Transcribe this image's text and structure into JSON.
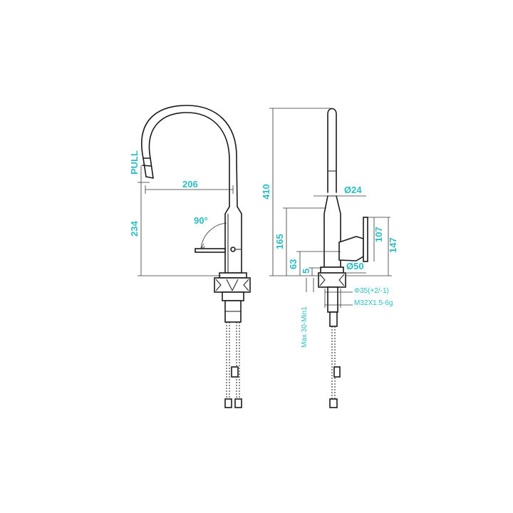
{
  "dimensions": {
    "pull": "PULL",
    "reach": "206",
    "spout_height": "234",
    "angle": "90°",
    "total_height": "410",
    "spout_diameter": "Ø24",
    "body_height": "165",
    "handle_height_a": "107",
    "handle_height_b": "147",
    "base_height": "63",
    "base_offset": "5",
    "base_diameter": "Ø50",
    "hole_diameter": "Φ35(+2/-1)",
    "thread": "M32X1.5-6g",
    "mount_thickness": "Max 30-Min1"
  },
  "colors": {
    "dimension_text": "#2bbcc2",
    "line": "#1a1a1a"
  }
}
